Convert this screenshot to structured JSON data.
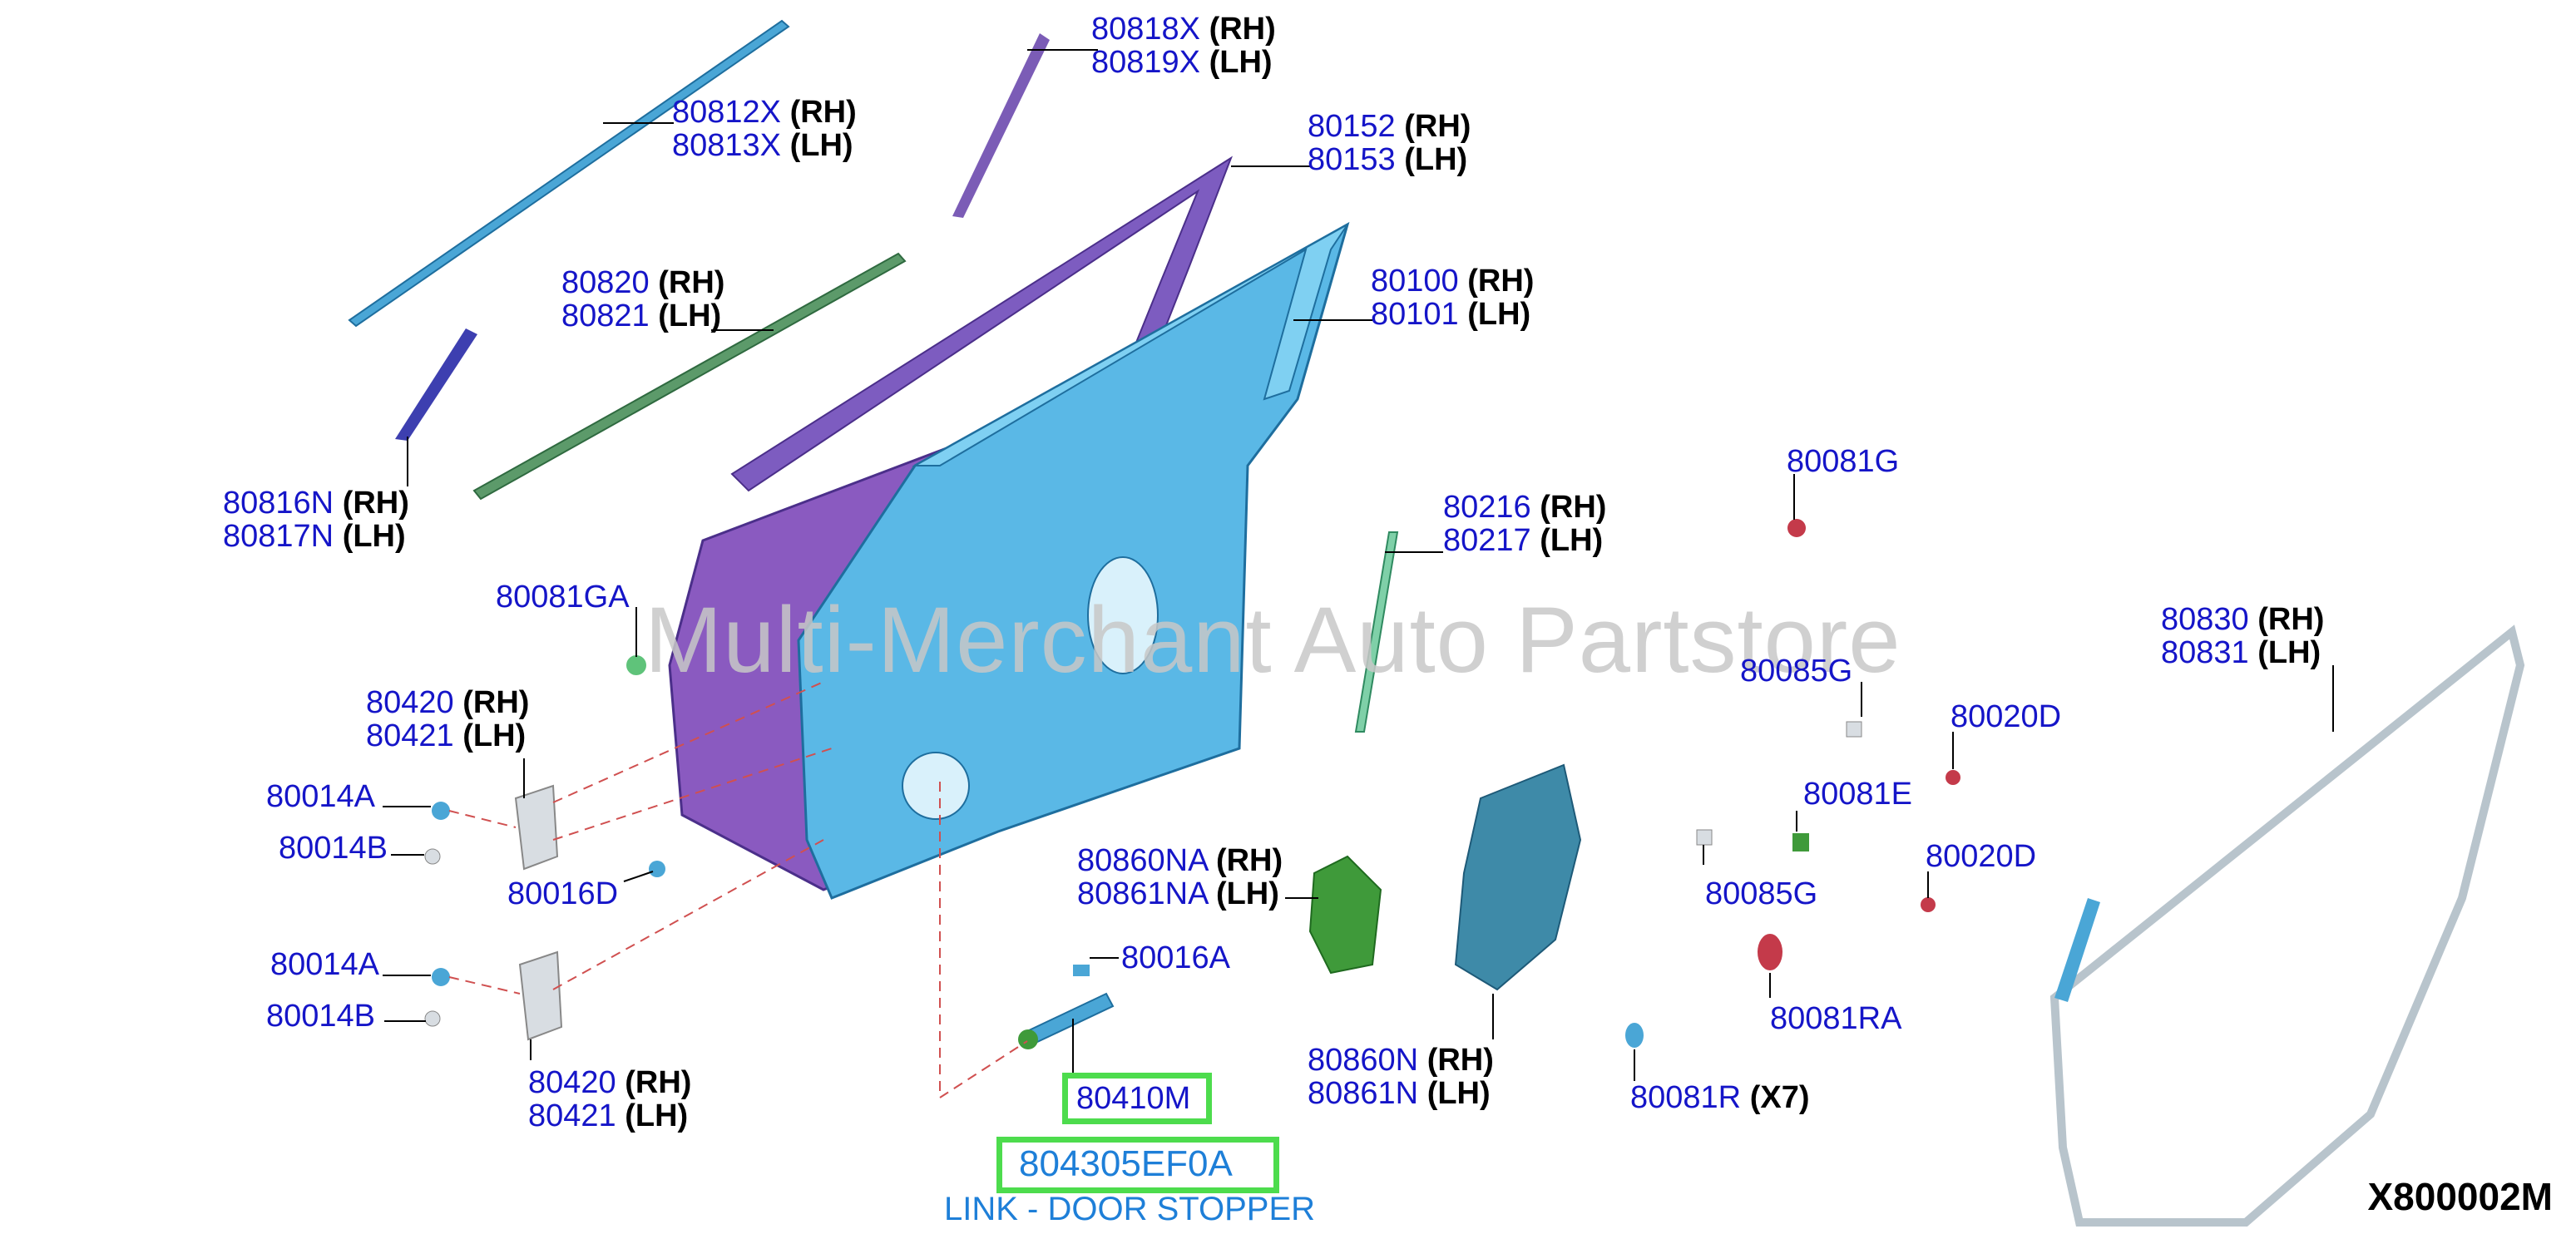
{
  "watermark": "Multi-Merchant Auto Partstore",
  "diagram_code": "X800002M",
  "highlight": {
    "part_ref": "80410M",
    "part_number": "804305EF0A",
    "description": "LINK - DOOR STOPPER"
  },
  "callouts": [
    {
      "id": "c80818",
      "lines": [
        {
          "pn": "80818X",
          "side": "(RH)"
        },
        {
          "pn": "80819X",
          "side": "(LH)"
        }
      ]
    },
    {
      "id": "c80812",
      "lines": [
        {
          "pn": "80812X",
          "side": "(RH)"
        },
        {
          "pn": "80813X",
          "side": "(LH)"
        }
      ]
    },
    {
      "id": "c80152",
      "lines": [
        {
          "pn": "80152",
          "side": "(RH)"
        },
        {
          "pn": "80153",
          "side": "(LH)"
        }
      ]
    },
    {
      "id": "c80820",
      "lines": [
        {
          "pn": "80820",
          "side": "(RH)"
        },
        {
          "pn": "80821",
          "side": "(LH)"
        }
      ]
    },
    {
      "id": "c80100",
      "lines": [
        {
          "pn": "80100",
          "side": "(RH)"
        },
        {
          "pn": "80101",
          "side": "(LH)"
        }
      ]
    },
    {
      "id": "c80816",
      "lines": [
        {
          "pn": "80816N",
          "side": "(RH)"
        },
        {
          "pn": "80817N",
          "side": "(LH)"
        }
      ]
    },
    {
      "id": "c80081G",
      "lines": [
        {
          "pn": "80081G",
          "side": ""
        }
      ]
    },
    {
      "id": "c80216",
      "lines": [
        {
          "pn": "80216",
          "side": "(RH)"
        },
        {
          "pn": "80217",
          "side": "(LH)"
        }
      ]
    },
    {
      "id": "c80081GA",
      "lines": [
        {
          "pn": "80081GA",
          "side": ""
        }
      ]
    },
    {
      "id": "c80830",
      "lines": [
        {
          "pn": "80830",
          "side": "(RH)"
        },
        {
          "pn": "80831",
          "side": "(LH)"
        }
      ]
    },
    {
      "id": "c80085G1",
      "lines": [
        {
          "pn": "80085G",
          "side": ""
        }
      ]
    },
    {
      "id": "c80020D1",
      "lines": [
        {
          "pn": "80020D",
          "side": ""
        }
      ]
    },
    {
      "id": "c80420a",
      "lines": [
        {
          "pn": "80420",
          "side": "(RH)"
        },
        {
          "pn": "80421",
          "side": "(LH)"
        }
      ]
    },
    {
      "id": "c80014A1",
      "lines": [
        {
          "pn": "80014A",
          "side": ""
        }
      ]
    },
    {
      "id": "c80081E",
      "lines": [
        {
          "pn": "80081E",
          "side": ""
        }
      ]
    },
    {
      "id": "c80014B1",
      "lines": [
        {
          "pn": "80014B",
          "side": ""
        }
      ]
    },
    {
      "id": "c80860NA",
      "lines": [
        {
          "pn": "80860NA",
          "side": "(RH)"
        },
        {
          "pn": "80861NA",
          "side": "(LH)"
        }
      ]
    },
    {
      "id": "c80020D2",
      "lines": [
        {
          "pn": "80020D",
          "side": ""
        }
      ]
    },
    {
      "id": "c80016D",
      "lines": [
        {
          "pn": "80016D",
          "side": ""
        }
      ]
    },
    {
      "id": "c80085G2",
      "lines": [
        {
          "pn": "80085G",
          "side": ""
        }
      ]
    },
    {
      "id": "c80016A",
      "lines": [
        {
          "pn": "80016A",
          "side": ""
        }
      ]
    },
    {
      "id": "c80014A2",
      "lines": [
        {
          "pn": "80014A",
          "side": ""
        }
      ]
    },
    {
      "id": "c80014B2",
      "lines": [
        {
          "pn": "80014B",
          "side": ""
        }
      ]
    },
    {
      "id": "c80081RA",
      "lines": [
        {
          "pn": "80081RA",
          "side": ""
        }
      ]
    },
    {
      "id": "c80860N",
      "lines": [
        {
          "pn": "80860N",
          "side": "(RH)"
        },
        {
          "pn": "80861N",
          "side": "(LH)"
        }
      ]
    },
    {
      "id": "c80420b",
      "lines": [
        {
          "pn": "80420",
          "side": "(RH)"
        },
        {
          "pn": "80421",
          "side": "(LH)"
        }
      ]
    },
    {
      "id": "c80081R",
      "lines": [
        {
          "pn": "80081R",
          "side": "(X7)"
        }
      ]
    }
  ],
  "colors": {
    "part_number": "#1515c8",
    "highlight_border": "#4ddc4d",
    "highlight_text": "#1e7fd8",
    "door_panel": "#5ab8e6",
    "outer_panel": "#8a5ac0",
    "seal": "#cfd8e0",
    "green_part": "#3f9a3a",
    "red_part": "#c43a4a",
    "dark_teal_part": "#3e8aa8"
  }
}
